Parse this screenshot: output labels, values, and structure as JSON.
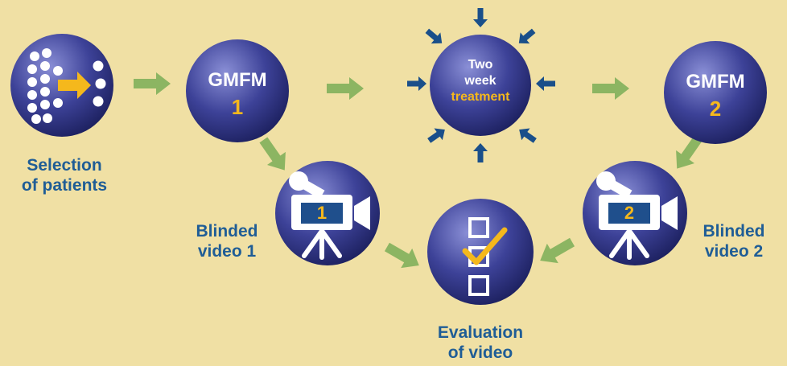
{
  "colors": {
    "background": "#f0e0a4",
    "circle_light": "#8a8fd6",
    "circle_dark": "#1d2160",
    "arrow_green": "#8cb562",
    "accent_gold": "#f5b81c",
    "label_blue": "#1f5d96",
    "treatment_arrows": "#1a4f8a"
  },
  "icons": {
    "patients": "dots-arrow-icon",
    "video": "video-camera-icon",
    "evaluation": "checklist-icon"
  },
  "nodes": {
    "selection": {
      "label_line1": "Selection",
      "label_line2": "of patients"
    },
    "gmfm1": {
      "title": "GMFM",
      "number": "1"
    },
    "treatment": {
      "line1": "Two",
      "line2": "week",
      "line3": "treatment"
    },
    "gmfm2": {
      "title": "GMFM",
      "number": "2"
    },
    "video1": {
      "number": "1",
      "label_line1": "Blinded",
      "label_line2": "video 1"
    },
    "video2": {
      "number": "2",
      "label_line1": "Blinded",
      "label_line2": "video 2"
    },
    "evaluation": {
      "label_line1": "Evaluation",
      "label_line2": "of video"
    }
  }
}
